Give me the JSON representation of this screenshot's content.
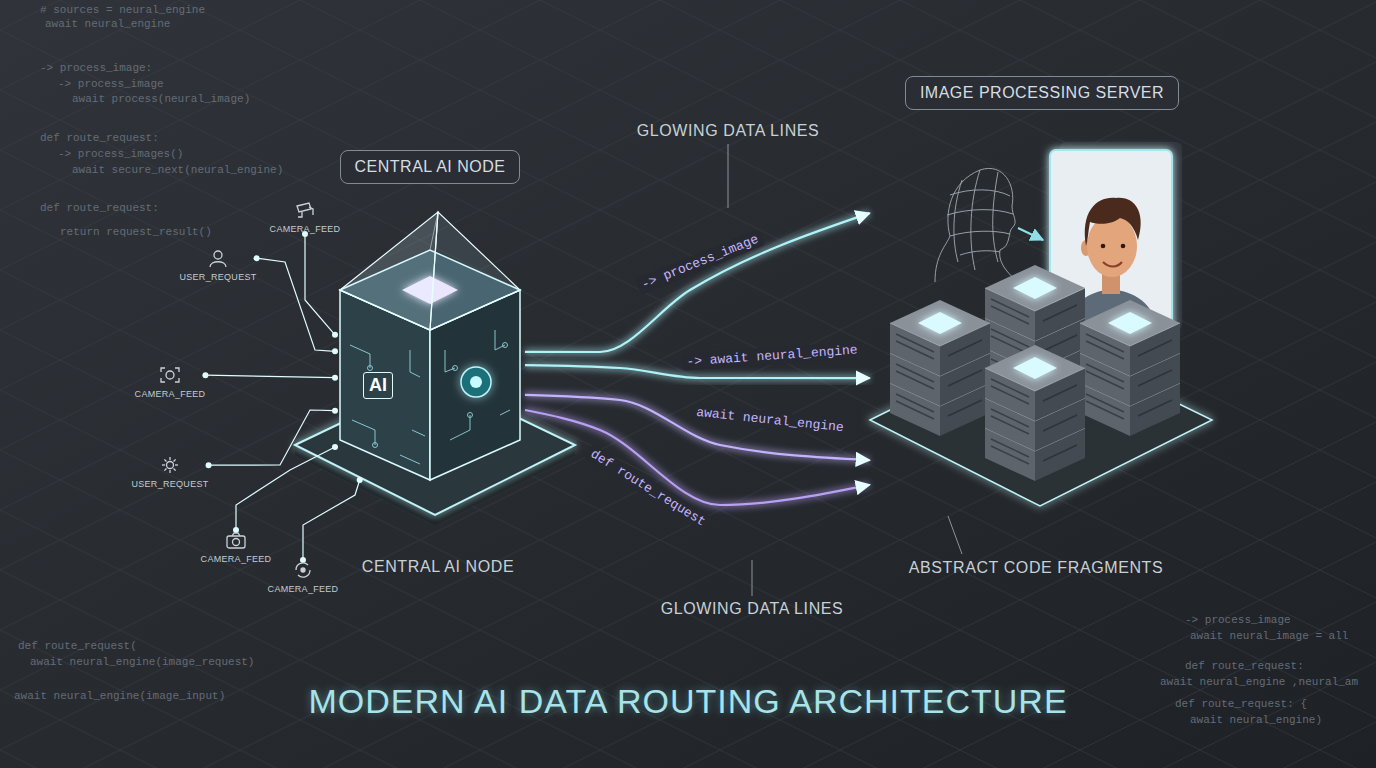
{
  "diagram": {
    "title": "MODERN AI DATA ROUTING ARCHITECTURE",
    "nodes": [
      {
        "text": [
          "CENTRAL AI NODE",
          "AI"
        ]
      },
      {
        "text": [
          "IMAGE PROCESSING SERVER"
        ]
      },
      {
        "text": [
          "CAMERA_FEED"
        ]
      },
      {
        "text": [
          "USER_REQUEST"
        ]
      },
      {
        "text": [
          "CAMERA_FEED"
        ]
      },
      {
        "text": [
          "USER_REQUEST"
        ]
      },
      {
        "text": [
          "CAMERA_FEED"
        ]
      },
      {
        "text": [
          "CAMERA_FEED"
        ]
      }
    ],
    "edges": [
      {
        "from": 2,
        "to": 0,
        "arrow": "none"
      },
      {
        "from": 3,
        "to": 0,
        "arrow": "none"
      },
      {
        "from": 4,
        "to": 0,
        "arrow": "none"
      },
      {
        "from": 5,
        "to": 0,
        "arrow": "none"
      },
      {
        "from": 6,
        "to": 0,
        "arrow": "none"
      },
      {
        "from": 7,
        "to": 0,
        "arrow": "none"
      },
      {
        "from": 0,
        "to": 1,
        "label": "-> process_image",
        "arrow": "to"
      },
      {
        "from": 0,
        "to": 1,
        "label": "-> await neural_engine",
        "arrow": "to"
      },
      {
        "from": 0,
        "to": 1,
        "label": "await neural_engine",
        "arrow": "to"
      },
      {
        "from": 0,
        "to": 1,
        "label": "def route_request",
        "arrow": "to"
      }
    ],
    "labels": [
      "GLOWING DATA LINES",
      "CENTRAL AI NODE",
      "GLOWING DATA LINES",
      "ABSTRACT CODE FRAGMENTS",
      "# sources = neural_engine",
      "await neural_engine",
      "-> process_image:",
      "-> process_image",
      "await process(neural_image)",
      "def route_request:",
      "-> process_images()",
      "await secure_next(neural_engine)",
      "def route_request:",
      "return request_result()",
      "def route_request(",
      "await neural_engine(image_request)",
      "await neural_engine(image_input)",
      "-> process_image",
      "await neural_image = all",
      "def route_request:",
      "await neural_engine ,neural_am",
      "def route_request: {",
      "await neural_engine)"
    ]
  }
}
